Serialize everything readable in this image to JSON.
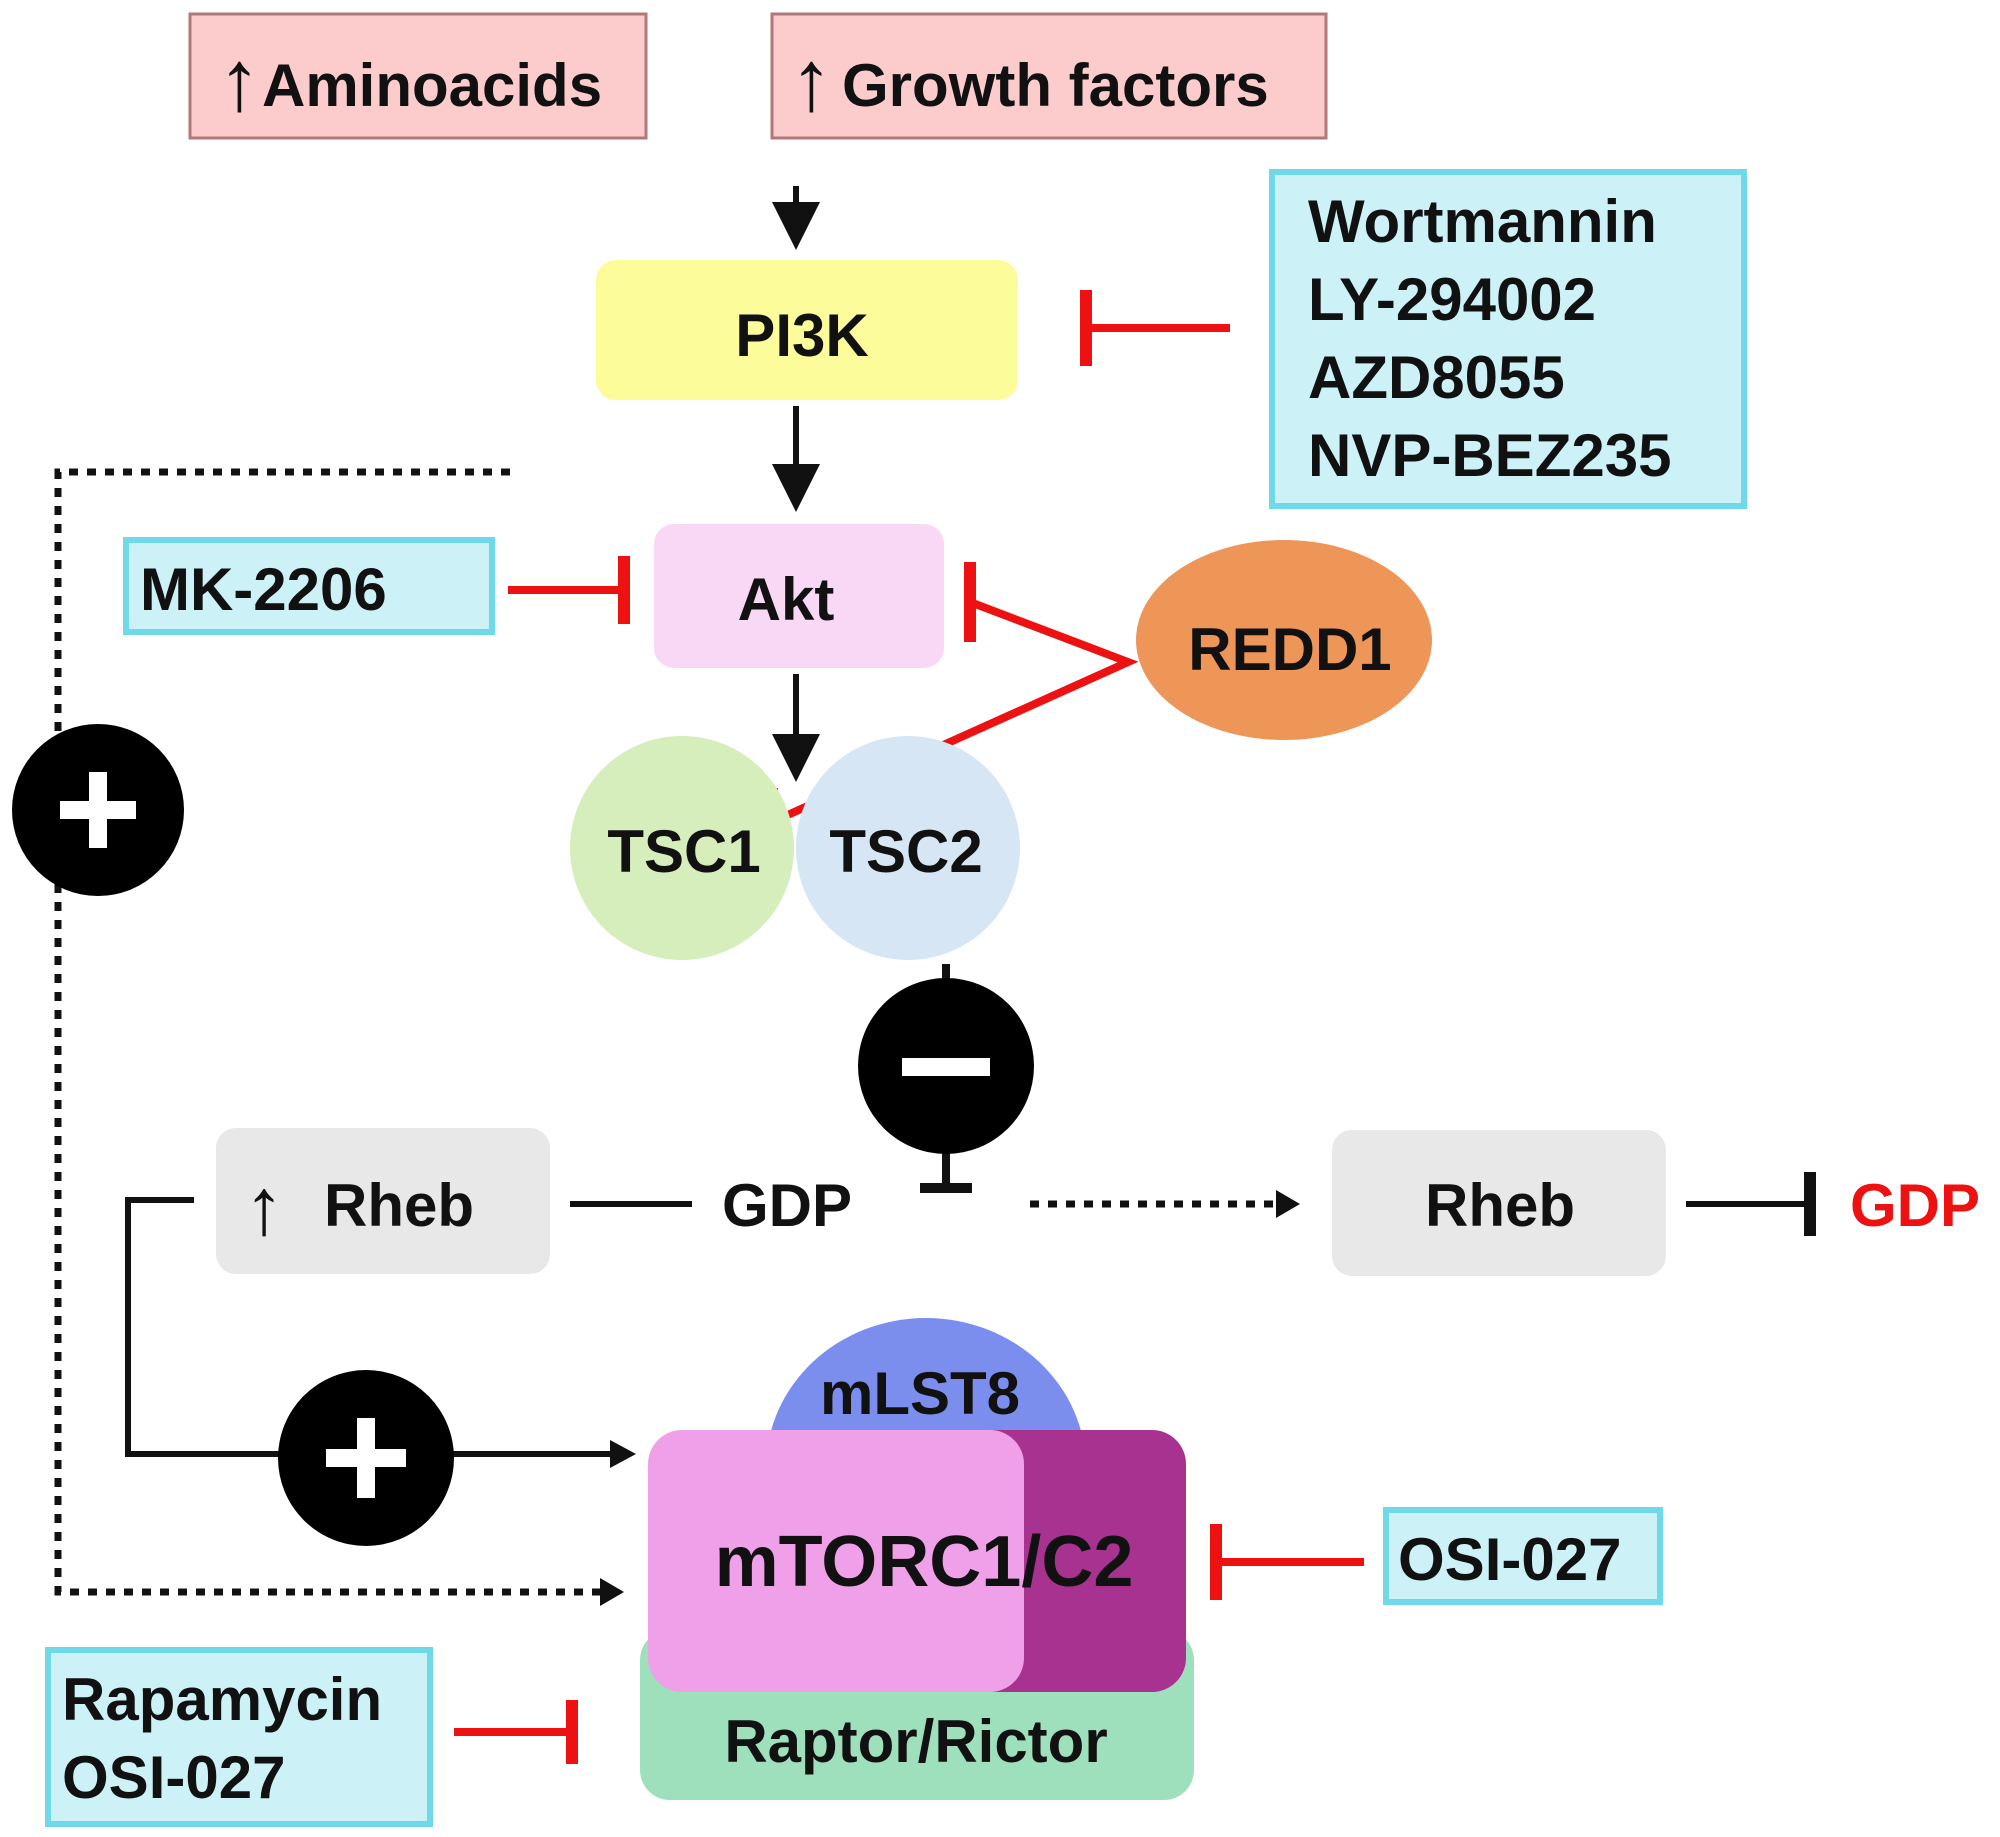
{
  "inputs": {
    "aminoacids": "Aminoacids",
    "growth_factors": "Growth factors"
  },
  "nodes": {
    "pi3k": "PI3K",
    "akt": "Akt",
    "redd1": "REDD1",
    "tsc1": "TSC1",
    "tsc2": "TSC2",
    "rheb_active": "Rheb",
    "gdp_active": "GDP",
    "rheb_inactive": "Rheb",
    "gdp_inactive": "GDP",
    "mlst8": "mLST8",
    "mtorc": "mTORC1/C2",
    "raptor_rictor": "Raptor/Rictor"
  },
  "inhibitors": {
    "pi3k": [
      "Wortmannin",
      "LY-294002",
      "AZD8055",
      "NVP-BEZ235"
    ],
    "akt": "MK-2206",
    "mtorc_side": "OSI-027",
    "raptor": [
      "Rapamycin",
      "OSI-027"
    ]
  },
  "signs": {
    "plus": "+",
    "minus": "−"
  },
  "colors": {
    "input_fill": "#fccccc",
    "input_border": "#b07878",
    "drug_fill": "#ccf2f8",
    "drug_border": "#6fd9ea",
    "pi3k": "#fcfc9a",
    "akt": "#f8d8f4",
    "redd1": "#ee9558",
    "tsc1": "#d6eebc",
    "tsc2": "#d6e6f4",
    "rheb": "#e8e8e8",
    "mlst8": "#7b8eee",
    "mtorc_front": "#f0a0e8",
    "mtorc_back": "#a83290",
    "raptor": "#9ee0bc",
    "inhibit": "#ee1111",
    "gdp_inactive_text": "#ee1111"
  }
}
